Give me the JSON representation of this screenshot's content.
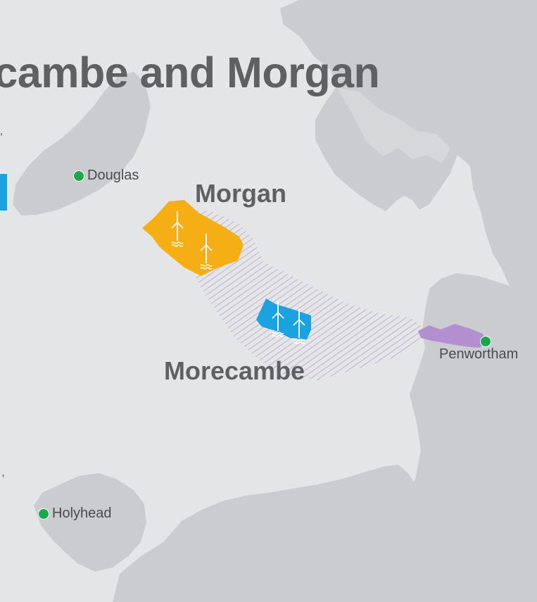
{
  "title": "ecambe and Morgan",
  "areas": {
    "morgan": {
      "label": "Morgan",
      "color": "#f6ae15"
    },
    "morecambe": {
      "label": "Morecambe",
      "color": "#1ba3e1"
    }
  },
  "places": {
    "douglas": "Douglas",
    "penwortham": "Penwortham",
    "holyhead": "Holyhead"
  },
  "edge_text": {
    "top": "’",
    "bottom": ","
  },
  "colors": {
    "sea": "#e4e5e7",
    "land": "#cbcccf",
    "place_marker": "#19a84a",
    "cable_corridor": "#b9a3cf",
    "landfall_zone": "#b48fcf"
  },
  "icons": [
    "wind-turbine-icon",
    "place-marker-icon"
  ]
}
